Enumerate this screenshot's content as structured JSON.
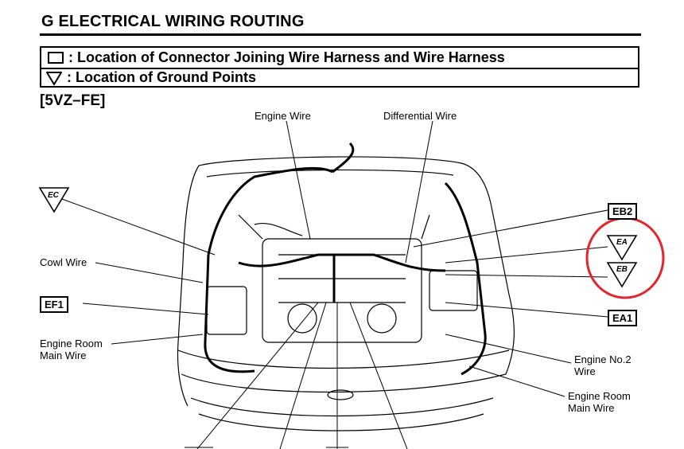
{
  "header": {
    "title": "G  ELECTRICAL WIRING ROUTING"
  },
  "legend": {
    "connector_text": ": Location of Connector Joining Wire Harness and Wire Harness",
    "ground_text": ": Location of Ground Points"
  },
  "model": "[5VZ–FE]",
  "labels": {
    "engine_wire": "Engine Wire",
    "differential_wire": "Differential Wire",
    "cowl_wire": "Cowl Wire",
    "engine_room_main_wire_left": "Engine Room\nMain Wire",
    "engine_no2_wire": "Engine No.2\nWire",
    "engine_room_main_wire_right": "Engine Room\nMain Wire"
  },
  "connectors": {
    "ef1": "EF1",
    "eb2": "EB2",
    "ea1": "EA1"
  },
  "grounds": {
    "ec": "EC",
    "ea": "EA",
    "eb": "EB"
  },
  "highlight": {
    "color": "#e3262d"
  }
}
